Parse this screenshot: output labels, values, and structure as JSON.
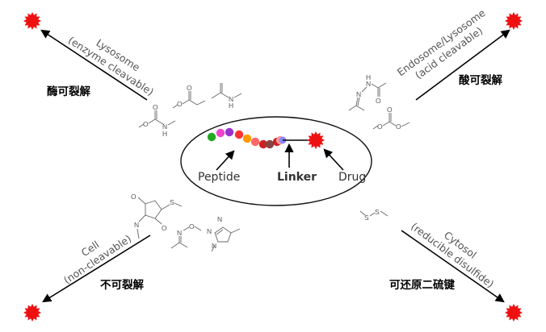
{
  "center": {
    "peptide_label": "Peptide",
    "linker_label": "Linker",
    "drug_label": "Drug",
    "bead_colors": [
      "#22aa22",
      "#ee44cc",
      "#9933cc",
      "#ff3333",
      "#ff9900",
      "#ff6666",
      "#cc2222",
      "#884444",
      "#cc2222",
      "#ff9999",
      "#8888ff"
    ],
    "drug_color": "#ee1111"
  },
  "routes": {
    "lysosome": {
      "line1": "Lysosome",
      "line2": "(enzyme cleavable)",
      "cn": "酶可裂解"
    },
    "endosome": {
      "line1": "Endosome/Lysosome",
      "line2": "(acid cleavable)",
      "cn": "酸可裂解"
    },
    "cell": {
      "line1": "Cell",
      "line2": "(non-cleavable)",
      "cn": "不可裂解"
    },
    "cytosol": {
      "line1": "Cytosol",
      "line2": "(reducible disulfide)",
      "cn": "可还原二硫键"
    }
  },
  "structures": {
    "amide_n": "N",
    "amide_h": "H",
    "ester_o1": "O",
    "ester_o2": "O",
    "carbamate_o1": "O",
    "carbamate_o2": "O",
    "carbamate_n": "N",
    "carbamate_h": "H",
    "hydrazone_n1": "N",
    "hydrazone_n2": "N",
    "hydrazone_h": "H",
    "hydrazone_o": "O",
    "carbonate_o1": "O",
    "carbonate_o2": "O",
    "carbonate_o3": "O",
    "disulfide_s1": "S",
    "disulfide_s2": "S",
    "succinimide_o1": "O",
    "succinimide_o2": "O",
    "succinimide_n": "N",
    "succinimide_s": "S",
    "oxime_n": "N",
    "oxime_o": "O",
    "triazole_n1": "N",
    "triazole_n2": "N",
    "triazole_n3": "N"
  }
}
